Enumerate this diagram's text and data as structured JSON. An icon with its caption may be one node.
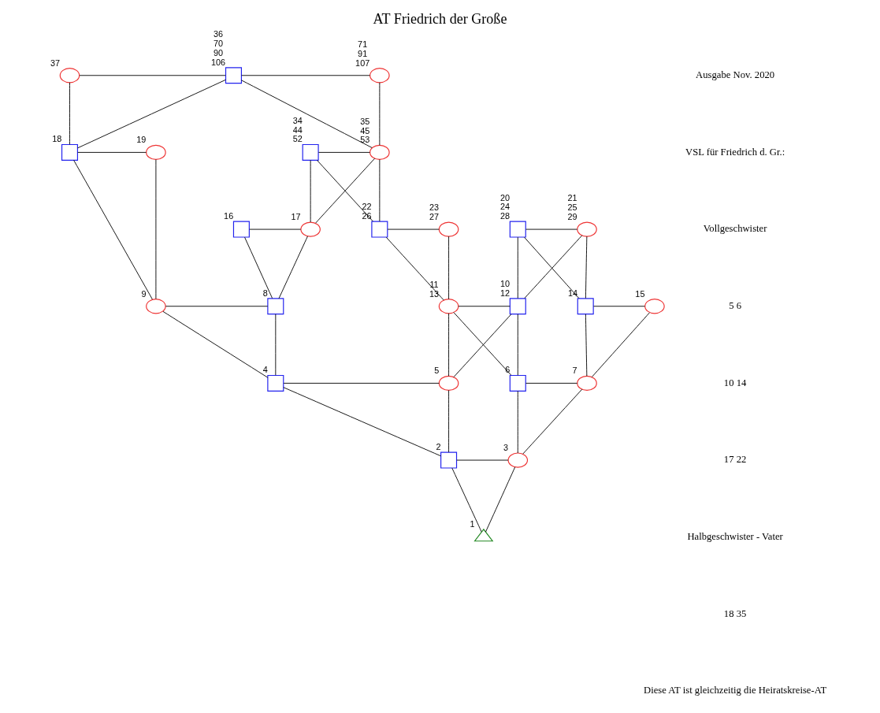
{
  "diagram": {
    "title": "AT Friedrich der Große",
    "nodes": [
      {
        "text": [],
        "shape": "box",
        "beside": [
          "36 70 90 106"
        ]
      },
      {
        "text": [],
        "shape": "circle",
        "beside": [
          "71 91 107"
        ]
      },
      {
        "text": [],
        "shape": "circle",
        "beside": [
          "37"
        ]
      },
      {
        "text": [],
        "shape": "box",
        "beside": [
          "34 44 52"
        ]
      },
      {
        "text": [],
        "shape": "circle",
        "beside": [
          "35 45 53"
        ]
      },
      {
        "text": [],
        "shape": "box",
        "beside": [
          "16"
        ]
      },
      {
        "text": [],
        "shape": "circle",
        "beside": [
          "17"
        ]
      },
      {
        "text": [],
        "shape": "box",
        "beside": [
          "18"
        ]
      },
      {
        "text": [],
        "shape": "circle",
        "beside": [
          "19"
        ]
      },
      {
        "text": [],
        "shape": "box",
        "beside": [
          "20 24 28"
        ]
      },
      {
        "text": [],
        "shape": "circle",
        "beside": [
          "21 25 29"
        ]
      },
      {
        "text": [],
        "shape": "box",
        "beside": [
          "22 26"
        ]
      },
      {
        "text": [],
        "shape": "circle",
        "beside": [
          "23 27"
        ]
      },
      {
        "text": [],
        "shape": "box",
        "beside": [
          "8"
        ]
      },
      {
        "text": [],
        "shape": "circle",
        "beside": [
          "9"
        ]
      },
      {
        "text": [],
        "shape": "box",
        "beside": [
          "10 12"
        ]
      },
      {
        "text": [],
        "shape": "circle",
        "beside": [
          "11 13"
        ]
      },
      {
        "text": [],
        "shape": "box",
        "beside": [
          "14"
        ]
      },
      {
        "text": [],
        "shape": "circle",
        "beside": [
          "15"
        ]
      },
      {
        "text": [],
        "shape": "box",
        "beside": [
          "4"
        ]
      },
      {
        "text": [],
        "shape": "circle",
        "beside": [
          "5"
        ]
      },
      {
        "text": [],
        "shape": "box",
        "beside": [
          "6"
        ]
      },
      {
        "text": [],
        "shape": "circle",
        "beside": [
          "7"
        ]
      },
      {
        "text": [],
        "shape": "box",
        "beside": [
          "2"
        ]
      },
      {
        "text": [],
        "shape": "circle",
        "beside": [
          "3"
        ]
      },
      {
        "text": [],
        "shape": "triangle",
        "beside": [
          "1"
        ]
      }
    ],
    "edges": [
      {
        "from": 0,
        "to": 1,
        "arrow": "none"
      },
      {
        "from": 0,
        "to": 2,
        "arrow": "none"
      },
      {
        "from": 0,
        "to": 4,
        "arrow": "none"
      },
      {
        "from": 1,
        "to": 4,
        "arrow": "none"
      },
      {
        "from": 0,
        "to": 7,
        "arrow": "none"
      },
      {
        "from": 2,
        "to": 7,
        "arrow": "none"
      },
      {
        "from": 3,
        "to": 4,
        "arrow": "none"
      },
      {
        "from": 3,
        "to": 6,
        "arrow": "none"
      },
      {
        "from": 4,
        "to": 6,
        "arrow": "none"
      },
      {
        "from": 3,
        "to": 11,
        "arrow": "none"
      },
      {
        "from": 4,
        "to": 11,
        "arrow": "none"
      },
      {
        "from": 5,
        "to": 6,
        "arrow": "none"
      },
      {
        "from": 7,
        "to": 8,
        "arrow": "none"
      },
      {
        "from": 9,
        "to": 10,
        "arrow": "none"
      },
      {
        "from": 11,
        "to": 12,
        "arrow": "none"
      },
      {
        "from": 5,
        "to": 13,
        "arrow": "none"
      },
      {
        "from": 6,
        "to": 13,
        "arrow": "none"
      },
      {
        "from": 7,
        "to": 14,
        "arrow": "none"
      },
      {
        "from": 8,
        "to": 14,
        "arrow": "none"
      },
      {
        "from": 9,
        "to": 15,
        "arrow": "none"
      },
      {
        "from": 10,
        "to": 15,
        "arrow": "none"
      },
      {
        "from": 9,
        "to": 17,
        "arrow": "none"
      },
      {
        "from": 10,
        "to": 17,
        "arrow": "none"
      },
      {
        "from": 11,
        "to": 16,
        "arrow": "none"
      },
      {
        "from": 12,
        "to": 16,
        "arrow": "none"
      },
      {
        "from": 13,
        "to": 14,
        "arrow": "none"
      },
      {
        "from": 15,
        "to": 16,
        "arrow": "none"
      },
      {
        "from": 17,
        "to": 18,
        "arrow": "none"
      },
      {
        "from": 13,
        "to": 19,
        "arrow": "none"
      },
      {
        "from": 14,
        "to": 19,
        "arrow": "none"
      },
      {
        "from": 15,
        "to": 20,
        "arrow": "none"
      },
      {
        "from": 16,
        "to": 20,
        "arrow": "none"
      },
      {
        "from": 15,
        "to": 21,
        "arrow": "none"
      },
      {
        "from": 16,
        "to": 21,
        "arrow": "none"
      },
      {
        "from": 17,
        "to": 22,
        "arrow": "none"
      },
      {
        "from": 18,
        "to": 22,
        "arrow": "none"
      },
      {
        "from": 19,
        "to": 20,
        "arrow": "none"
      },
      {
        "from": 21,
        "to": 22,
        "arrow": "none"
      },
      {
        "from": 19,
        "to": 23,
        "arrow": "none"
      },
      {
        "from": 20,
        "to": 23,
        "arrow": "none"
      },
      {
        "from": 21,
        "to": 24,
        "arrow": "none"
      },
      {
        "from": 22,
        "to": 24,
        "arrow": "none"
      },
      {
        "from": 23,
        "to": 24,
        "arrow": "none"
      },
      {
        "from": 23,
        "to": 25,
        "arrow": "none"
      },
      {
        "from": 24,
        "to": 25,
        "arrow": "none"
      }
    ],
    "labels": [
      "Ausgabe Nov. 2020",
      "VSL für Friedrich d. Gr.:",
      "Vollgeschwister",
      "5 6",
      "10 14",
      "17 22",
      "Halbgeschwister - Vater",
      "18 35",
      "Diese AT ist gleichzeitig die Heiratskreise-AT"
    ]
  }
}
